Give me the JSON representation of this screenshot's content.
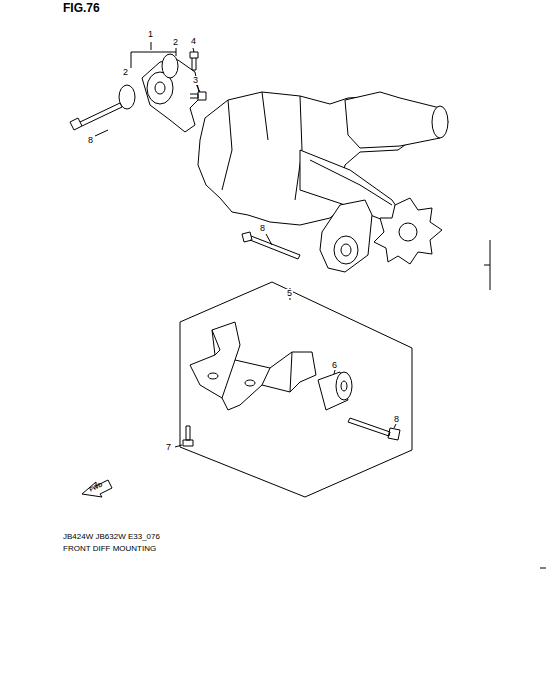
{
  "diagram": {
    "caption": "FRONT DIFF MOUNTING",
    "labels": [
      "FIG.76",
      "1",
      "2",
      "4",
      "2",
      "3",
      "8",
      "8",
      "5",
      "6",
      "8",
      "7",
      "FWD",
      "JB424W JB632W E33_076"
    ]
  }
}
